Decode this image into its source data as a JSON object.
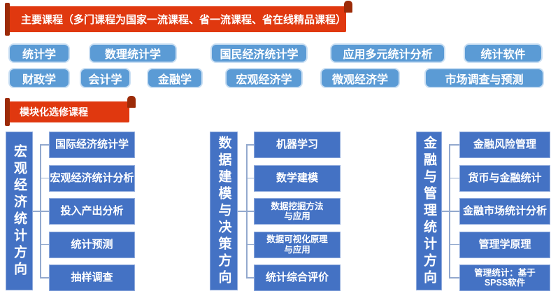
{
  "colors": {
    "banner-red": "#e0380f",
    "banner-dark": "#9c2b08",
    "btn-blue": "#5b9bd5",
    "btn-border": "#cadff3",
    "box-blue": "#4472c4",
    "box-border": "#8faadc",
    "connector": "#93a9ce"
  },
  "banners": {
    "main": {
      "label": "主要课程（多门课程为国家一流课程、省一流课程、省在线精品课程）"
    },
    "elective": {
      "label": "模块化选修课程"
    }
  },
  "core_courses": {
    "row1": [
      "统计学",
      "数理统计学",
      "国民经济统计学",
      "应用多元统计分析",
      "统计软件"
    ],
    "row2": [
      "财政学",
      "会计学",
      "金融学",
      "宏观经济学",
      "微观经济学",
      "市场调查与预测"
    ]
  },
  "modules": [
    {
      "direction": "宏观经济统计方向",
      "courses": [
        "国际经济统计学",
        "宏观经济统计分析",
        "投入产出分析",
        "统计预测",
        "抽样调查"
      ]
    },
    {
      "direction": "数据建模与决策方向",
      "courses": [
        "机器学习",
        "数学建模",
        "数据挖掘方法\n与应用",
        "数据可视化原理\n与应用",
        "统计综合评价"
      ]
    },
    {
      "direction": "金融与管理统计方向",
      "courses": [
        "金融风险管理",
        "货币与金融统计",
        "金融市场统计分析",
        "管理学原理",
        "管理统计：基于\nSPSS软件"
      ]
    }
  ]
}
